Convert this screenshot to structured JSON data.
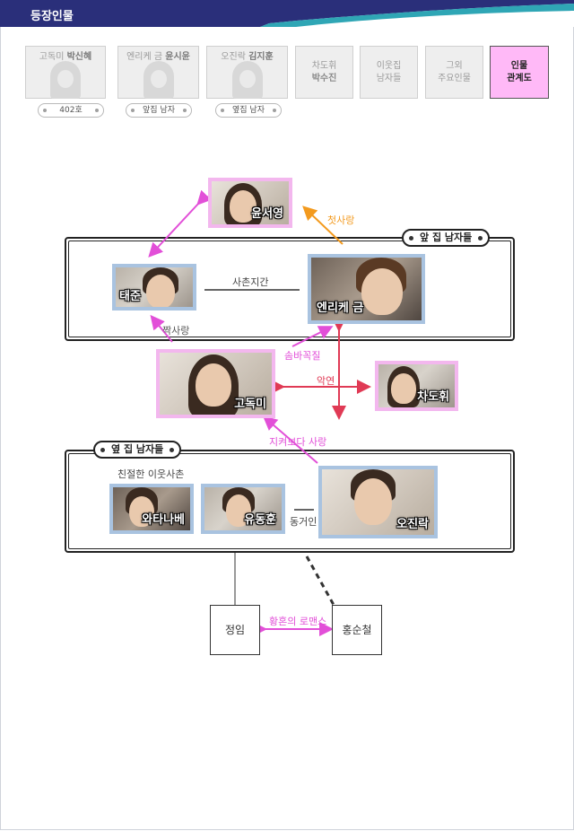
{
  "header": {
    "title": "등장인물",
    "color_dark": "#2a2f7a",
    "color_teal": "#2fa6b5"
  },
  "tabs": [
    {
      "role": "고독미",
      "actor": "박신혜",
      "badge": "402호"
    },
    {
      "role": "엔리케 금",
      "actor": "윤시윤",
      "badge": "앞집 남자"
    },
    {
      "role": "오진락",
      "actor": "김지훈",
      "badge": "옆집 남자"
    },
    {
      "line1": "차도휘",
      "line2": "박수진"
    },
    {
      "line1": "이웃집",
      "line2": "남자들"
    },
    {
      "line1": "그외",
      "line2": "주요인물"
    },
    {
      "line1": "인물",
      "line2": "관계도",
      "active": true
    }
  ],
  "groups": {
    "front": "앞 집 남자들",
    "side": "옆 집 남자들"
  },
  "people": {
    "yoonseoyoung": "윤서영",
    "taejun": "태준",
    "enrique": "엔리케 금",
    "godokmi": "고독미",
    "chadohwi": "차도휘",
    "watanabe": "와타나베",
    "yoodonghoon": "유동훈",
    "ojinrak": "오진락",
    "jeongim": "정임",
    "hongsuncheol": "홍순철"
  },
  "relations": {
    "first_love": "첫사랑",
    "cousins": "사촌지간",
    "crush": "짝사랑",
    "puppy_love": "솜바꼭질",
    "fate": "악연",
    "watching_love": "지켜보다 사랑",
    "kind_cousin": "친절한 이웃사촌",
    "roommate": "동거인",
    "twilight_romance": "황혼의 로맨스"
  },
  "colors": {
    "arrow_pink": "#e24fd8",
    "arrow_orange": "#f39a1e",
    "arrow_red": "#e03a55",
    "card_blue": "#a9c3e0",
    "card_pink": "#f3b7ee",
    "active_tab": "#ffb9f7"
  }
}
